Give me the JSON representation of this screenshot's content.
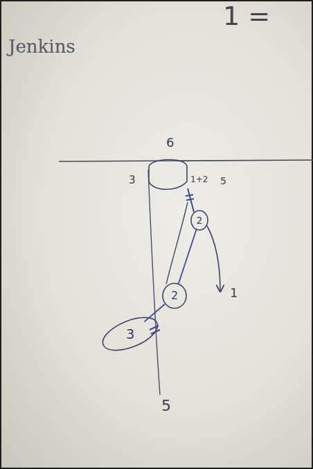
{
  "diagram": {
    "title": "Jenkins",
    "nodes": [
      {
        "text": [
          "2"
        ]
      },
      {
        "text": [
          "2"
        ]
      },
      {
        "text": [
          "3"
        ]
      }
    ],
    "edges": [
      {
        "from": 0,
        "to": 1,
        "arrow": "none"
      },
      {
        "from": 1,
        "to": 2,
        "arrow": "none"
      }
    ],
    "labels": [
      "1 =",
      "6",
      "3",
      "1+2",
      "5",
      "1",
      "5"
    ]
  }
}
